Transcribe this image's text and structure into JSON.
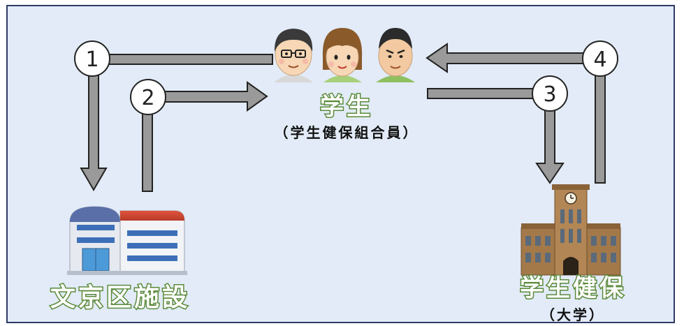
{
  "steps": [
    "1",
    "2",
    "3",
    "4"
  ],
  "students": {
    "title": "学生",
    "subtitle": "（学生健保組合員）"
  },
  "bunkyo": {
    "title": "文京区施設"
  },
  "university": {
    "title": "学生健保",
    "subtitle": "（大学）"
  },
  "colors": {
    "background": "#e2ebf7",
    "border": "#2f3a66",
    "arrow_fill": "#9a9a9a",
    "arrow_stroke": "#222222",
    "label_outline": "#5a8a3a"
  }
}
